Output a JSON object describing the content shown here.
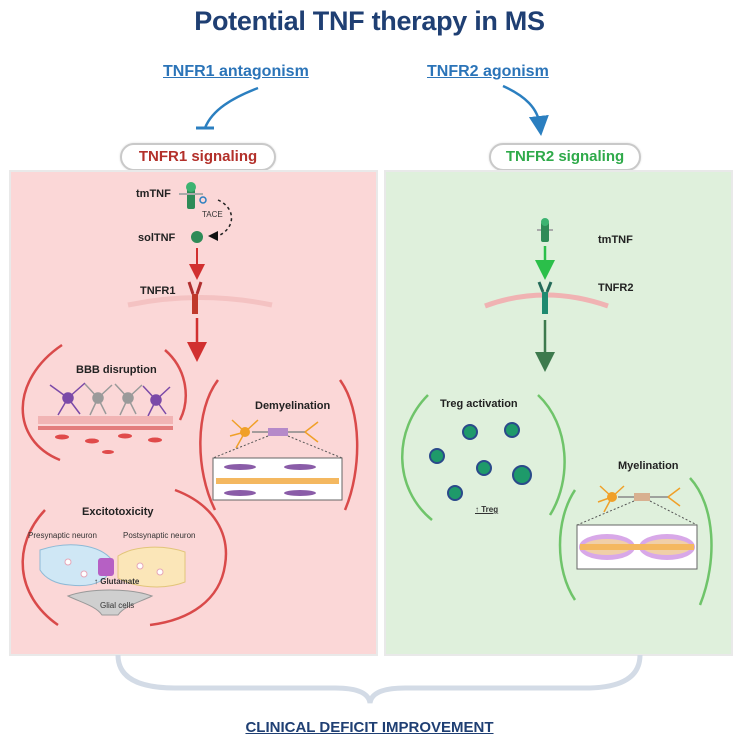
{
  "title": "Potential TNF therapy in MS",
  "therapies": {
    "left": "TNFR1 antagonism",
    "right": "TNFR2 agonism"
  },
  "signaling": {
    "left": "TNFR1 signaling",
    "right": "TNFR2 signaling"
  },
  "left_panel": {
    "tmtnf": "tmTNF",
    "tace": "TACE",
    "soltnf": "solTNF",
    "tnfr1": "TNFR1",
    "bbb": "BBB disruption",
    "demyelination": "Demyelination",
    "excitotoxicity": "Excitotoxicity",
    "presynaptic": "Presynaptic neuron",
    "postsynaptic": "Postsynaptic neuron",
    "glutamate": "↑ Glutamate",
    "glial": "Glial cells"
  },
  "right_panel": {
    "tmtnf": "tmTNF",
    "tnfr2": "TNFR2",
    "treg_activation": "Treg activation",
    "treg_up": "↑ Treg",
    "myelination": "Myelination"
  },
  "outcome": "CLINICAL DEFICIT IMPROVEMENT",
  "colors": {
    "title": "#1f3f73",
    "link": "#2b74b8",
    "red": "#c0392b",
    "green": "#2faa4a"
  }
}
